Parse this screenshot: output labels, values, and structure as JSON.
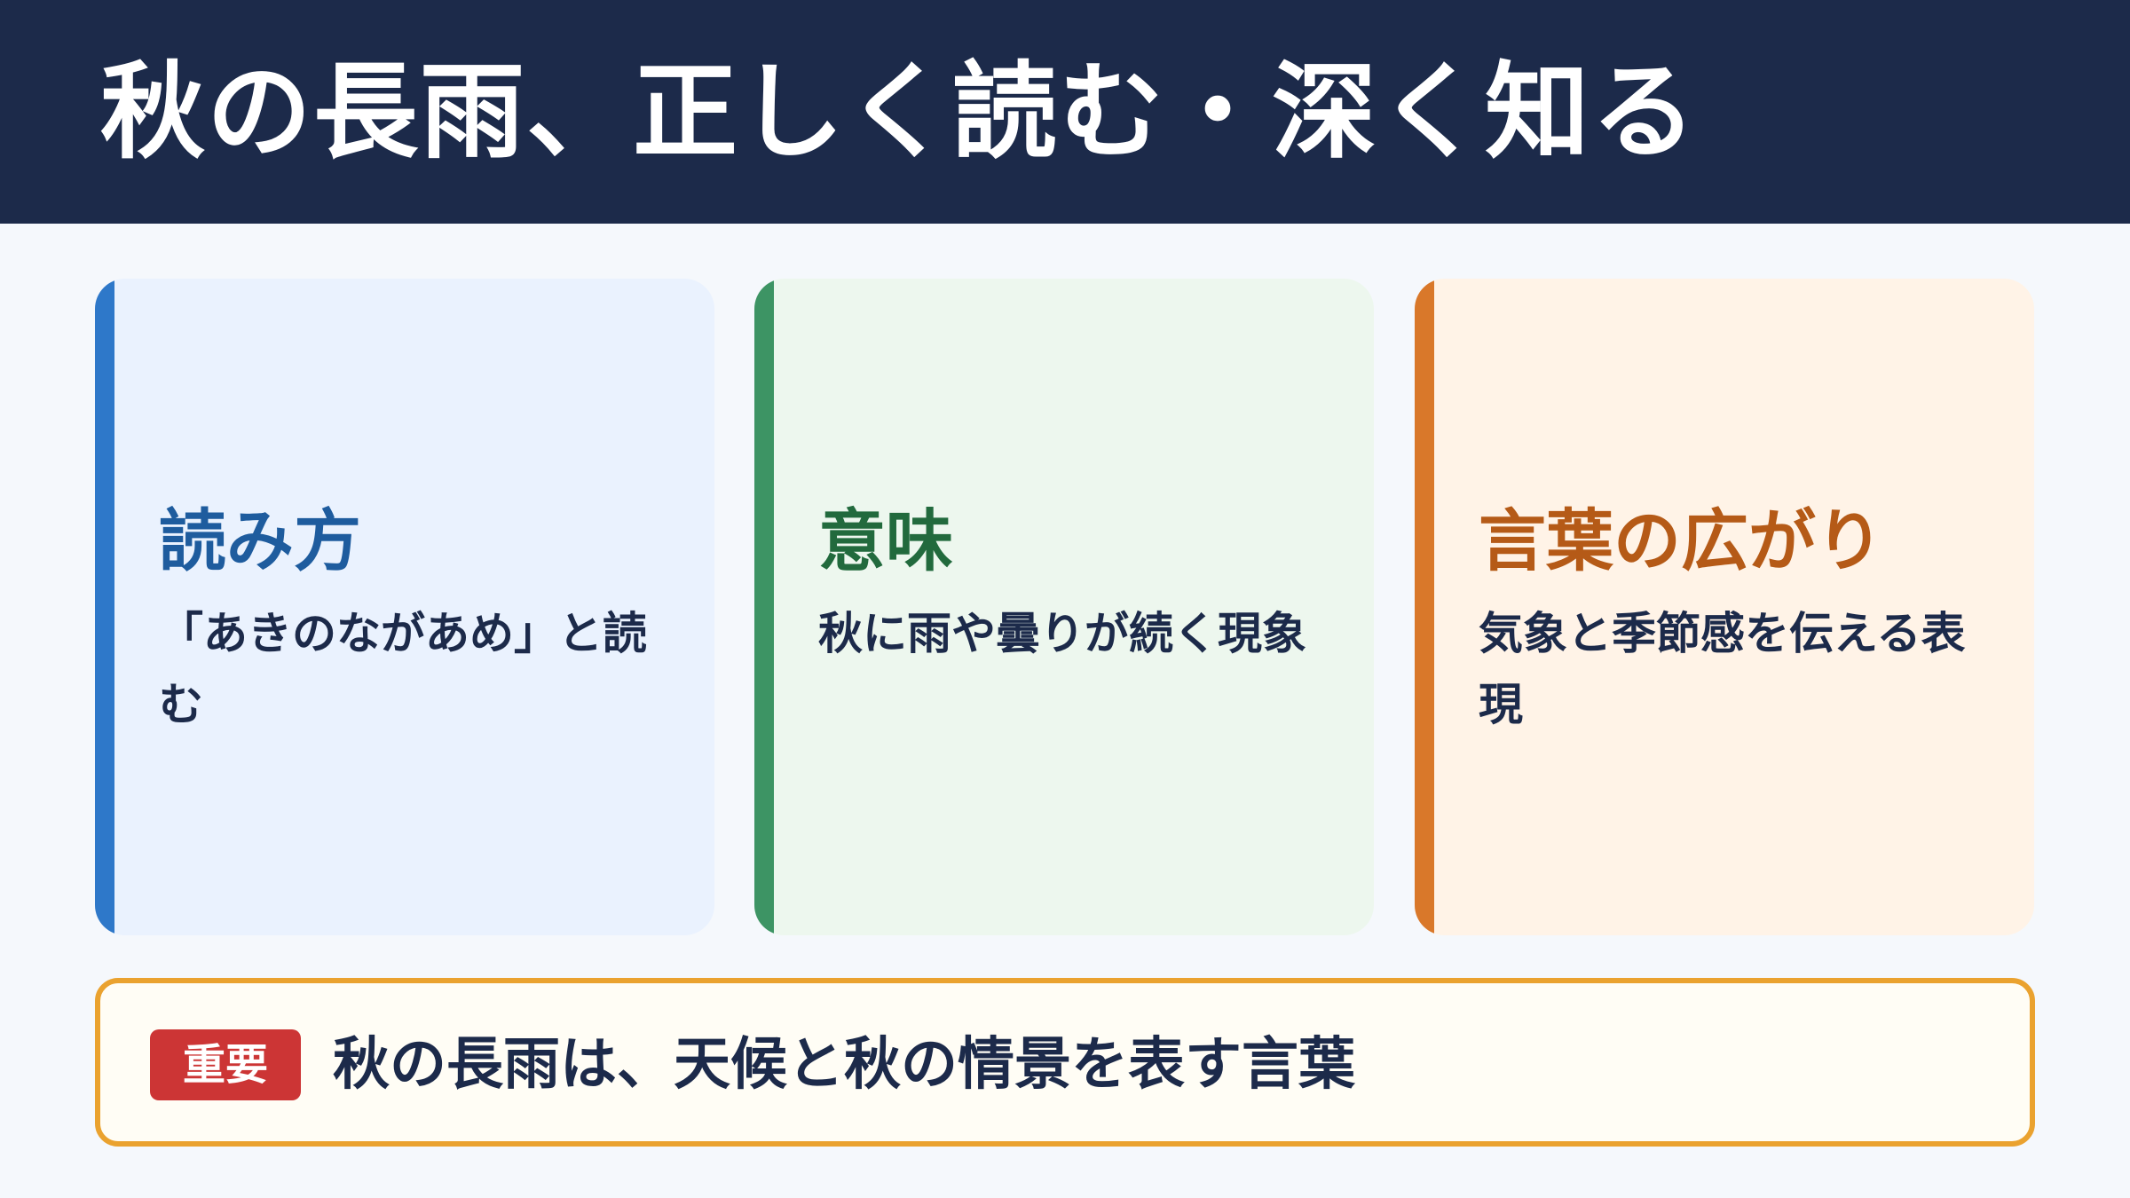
{
  "header": {
    "title": "秋の長雨、正しく読む・深く知る"
  },
  "cards": [
    {
      "heading": "読み方",
      "text": "「あきのながあめ」と読む",
      "accent_color": "#2e78c9"
    },
    {
      "heading": "意味",
      "text": "秋に雨や曇りが続く現象",
      "accent_color": "#3d9464"
    },
    {
      "heading": "言葉の広がり",
      "text": "気象と季節感を伝える表現",
      "accent_color": "#d9782a"
    }
  ],
  "callout": {
    "badge": "重要",
    "text": "秋の長雨は、天候と秋の情景を表す言葉",
    "border_color": "#eaa22f",
    "badge_color": "#cc3535"
  }
}
